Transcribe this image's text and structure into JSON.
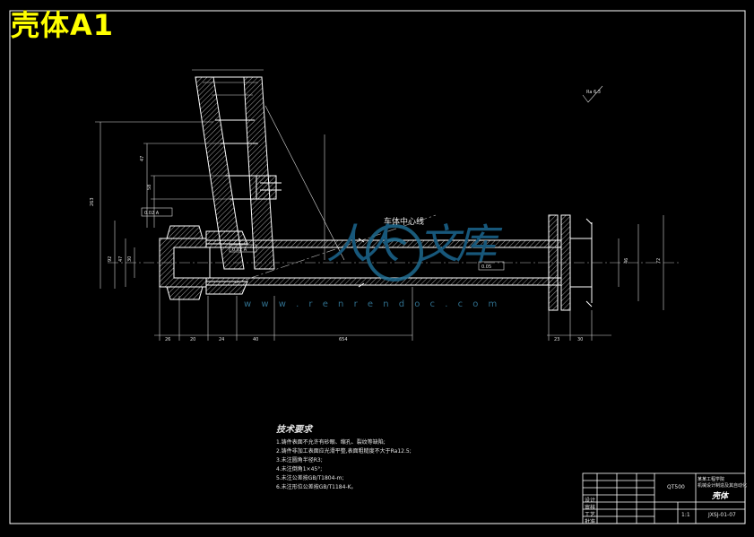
{
  "sheet": {
    "corner_title": "壳体A1"
  },
  "drawing": {
    "centerline_label": "车体中心线",
    "tolerance_left": "0.02 A",
    "tolerance_right": "0.05",
    "tolerance_mid": "0.02 A",
    "dims_bottom": [
      "26",
      "20",
      "24",
      "40",
      "654",
      "23",
      "30"
    ],
    "dims_left": [
      "263",
      "47",
      "58",
      "92",
      "47",
      "30"
    ],
    "dims_right": [
      "46",
      "72"
    ],
    "roughness": "Ra 6.3"
  },
  "tech_requirements": {
    "title": "技术要求",
    "lines": [
      "1.铸件表面不允许有砂眼、缩孔、裂纹等缺陷;",
      "2.铸件非加工表面应光滑平整,表面粗糙度不大于Ra12.5;",
      "3.未注圆角半径R3;",
      "4.未注倒角1×45°;",
      "5.未注公差按GB/T1804-m;",
      "6.未注形位公差按GB/T1184-K。"
    ]
  },
  "title_block": {
    "part_name": "壳体",
    "material": "QT500",
    "school_line1": "某某工程学院",
    "school_line2": "机械设计制造及其自动化",
    "drawing_no": "JXSJ-01-07",
    "rows": [
      "设计",
      "审核",
      "工艺",
      "批准"
    ],
    "scale": "1:1"
  },
  "watermark": {
    "text_cn_1": "人",
    "text_cn_2": "人",
    "text_cn_3": "文",
    "text_cn_4": "库",
    "url": "w w w . r e n r e n d o c . c o m"
  },
  "colors": {
    "background": "#000000",
    "line": "#ffffff",
    "dim": "#e0e0e0",
    "title": "#ffff00",
    "watermark": "#1e6a8f"
  }
}
